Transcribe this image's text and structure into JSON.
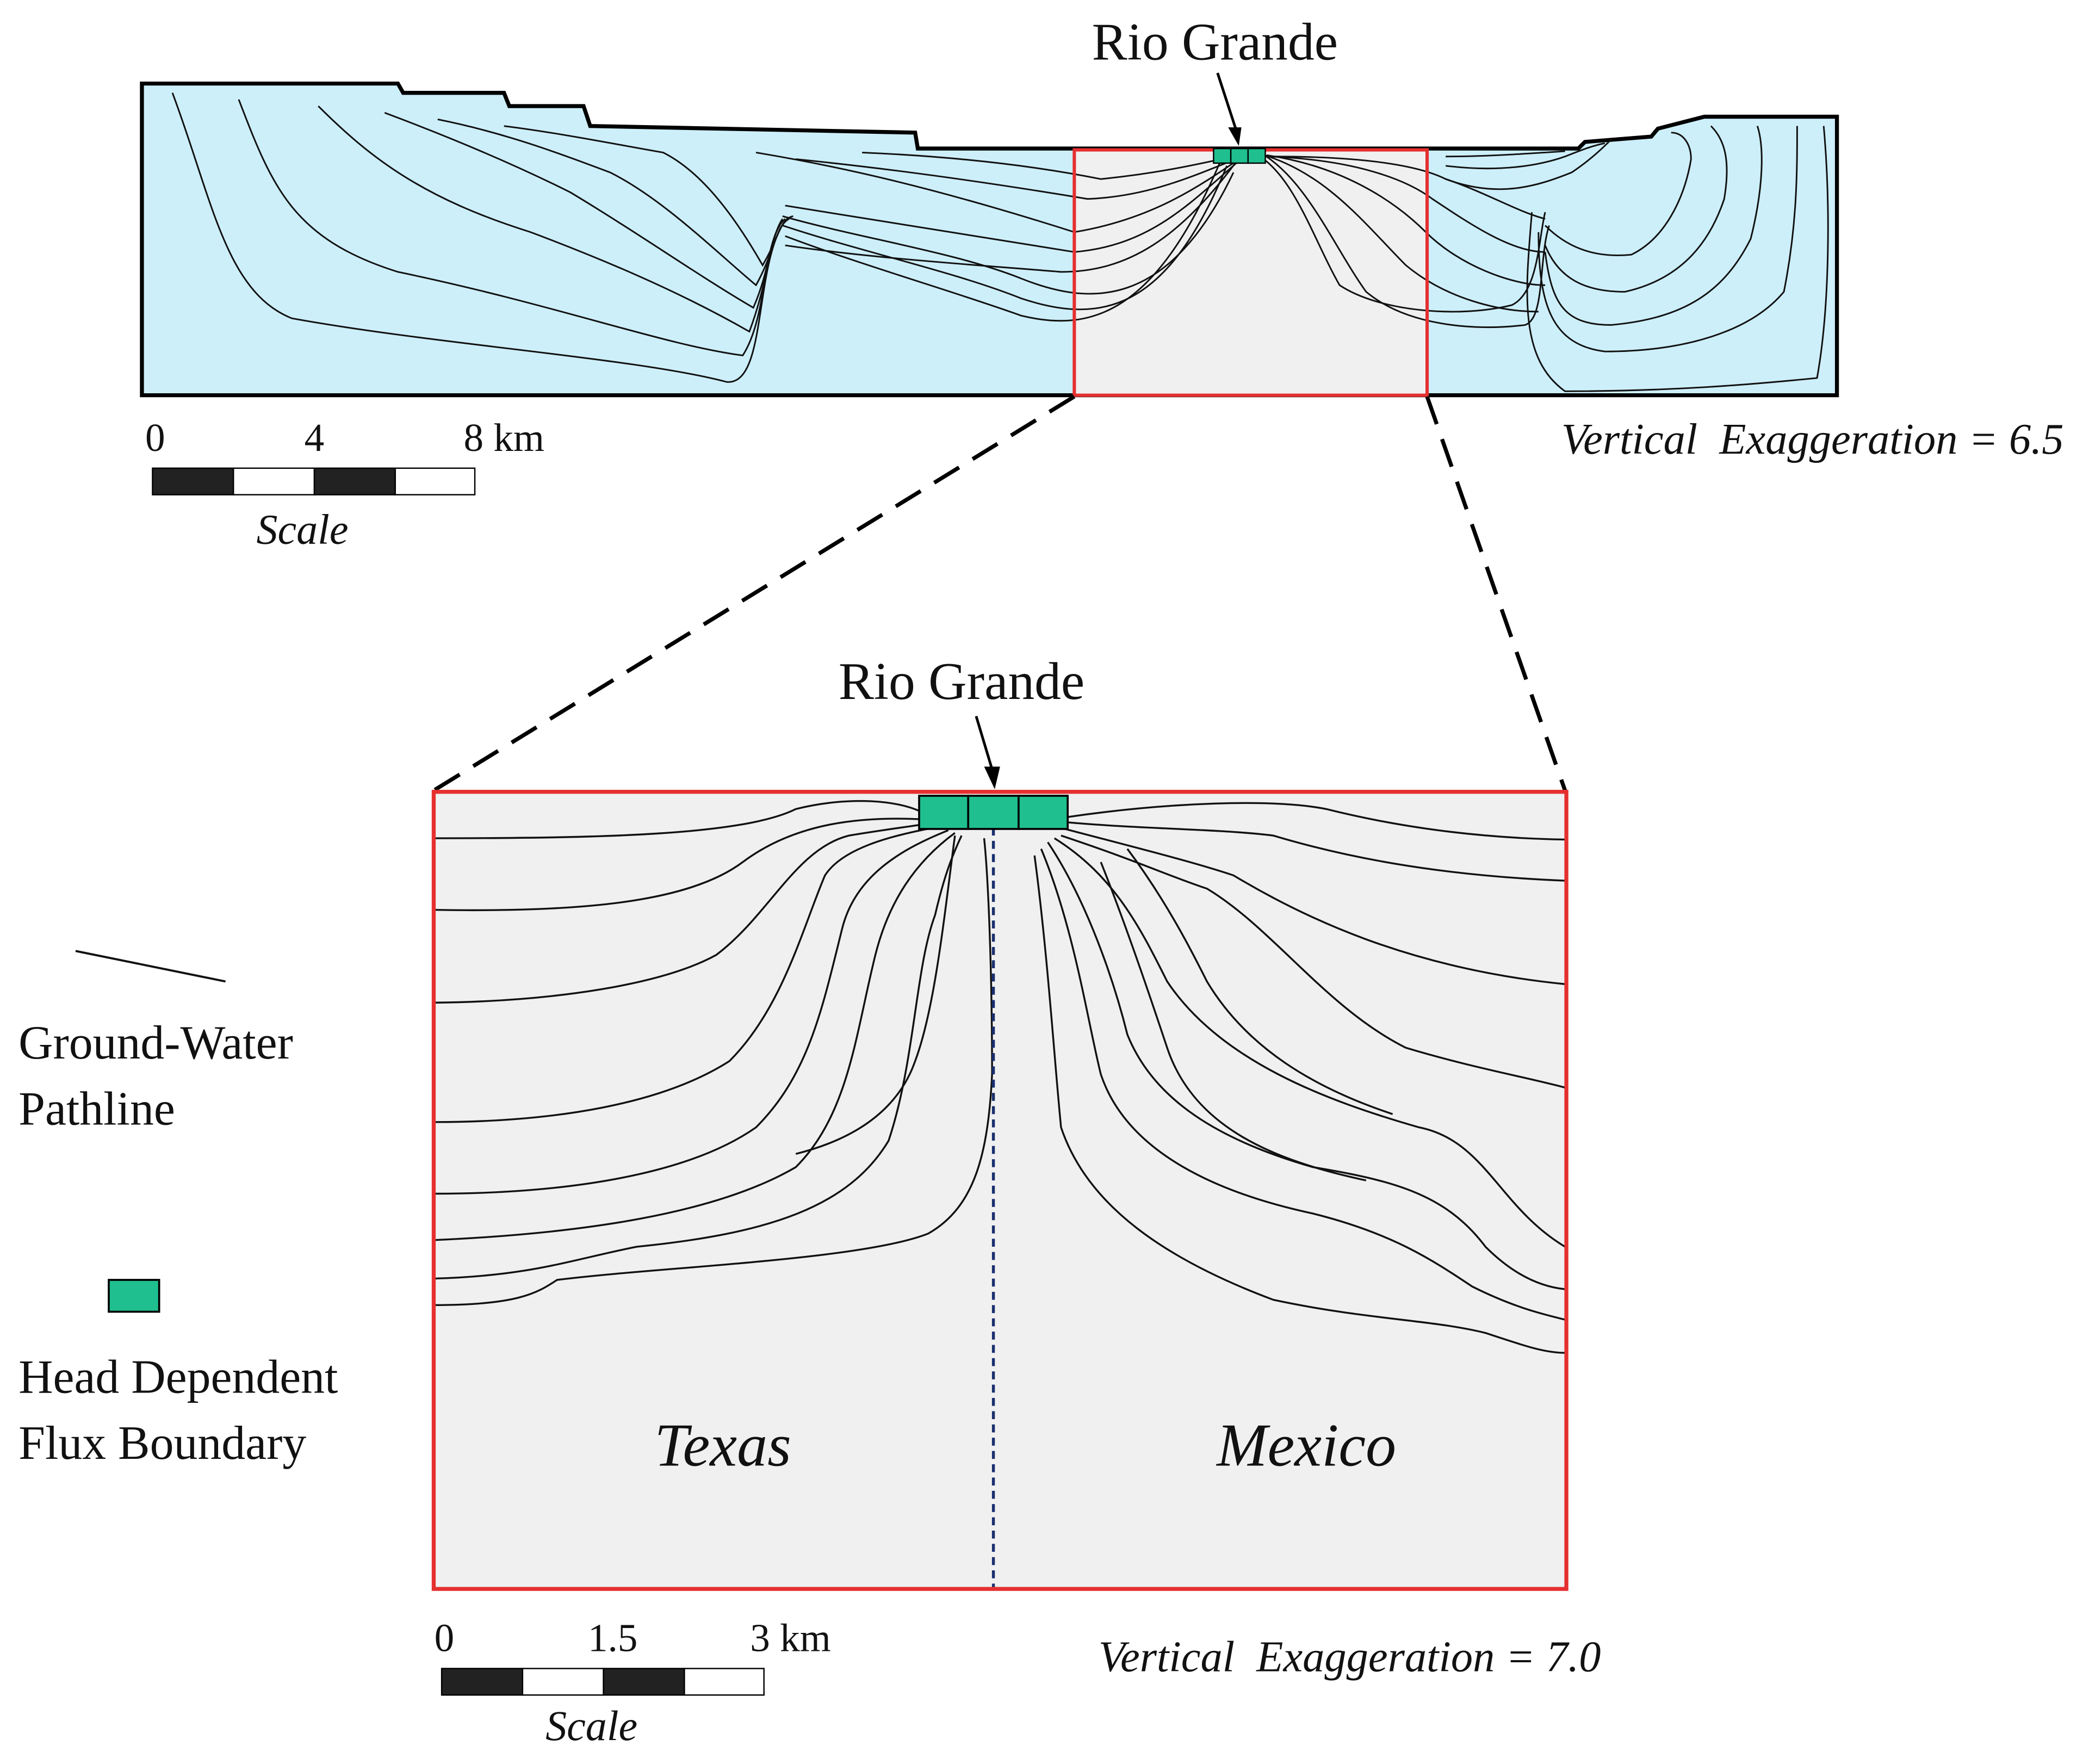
{
  "top_section": {
    "river_label": "Rio Grande",
    "scale": {
      "ticks": [
        "0",
        "4",
        "8 km"
      ],
      "label": "Scale"
    },
    "vertical_exaggeration": "Vertical  Exaggeration = 6.5"
  },
  "zoom_section": {
    "river_label": "Rio Grande",
    "texas_label": "Texas",
    "mexico_label": "Mexico",
    "scale": {
      "ticks": [
        "0",
        "1.5",
        "3 km"
      ],
      "label": "Scale"
    },
    "vertical_exaggeration": "Vertical  Exaggeration = 7.0"
  },
  "legend": {
    "pathline_label_line1": "Ground-Water",
    "pathline_label_line2": "Pathline",
    "boundary_label_line1": "Head Dependent",
    "boundary_label_line2": "Flux Boundary"
  },
  "colors": {
    "aquifer_fill": "#cdeffa",
    "zoom_fill": "#f0f0f0",
    "highlight_stroke": "#e53030",
    "boundary_cell": "#1fbf8f",
    "border_line": "#1a2f6e"
  }
}
